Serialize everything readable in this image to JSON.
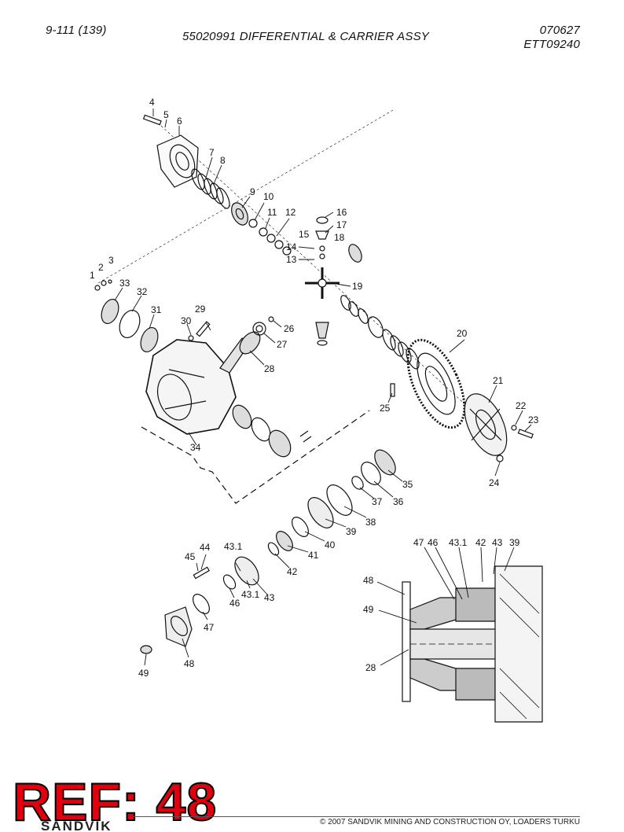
{
  "header": {
    "page_number": "9-111 (139)",
    "title": "55020991 DIFFERENTIAL & CARRIER ASSY",
    "code_top": "070627",
    "code_bottom": "ETT09240"
  },
  "callouts": {
    "c1": "1",
    "c2": "2",
    "c3": "3",
    "c4": "4",
    "c5": "5",
    "c6": "6",
    "c7": "7",
    "c8": "8",
    "c9": "9",
    "c10": "10",
    "c11": "11",
    "c12": "12",
    "c13": "13",
    "c14": "14",
    "c15": "15",
    "c16": "16",
    "c17": "17",
    "c18": "18",
    "c19": "19",
    "c20": "20",
    "c21": "21",
    "c22": "22",
    "c23": "23",
    "c24": "24",
    "c25": "25",
    "c26": "26",
    "c27": "27",
    "c28": "28",
    "c29": "29",
    "c30": "30",
    "c31": "31",
    "c32": "32",
    "c33": "33",
    "c34": "34",
    "c35": "35",
    "c36": "36",
    "c37": "37",
    "c38": "38",
    "c39": "39",
    "c40": "40",
    "c41": "41",
    "c42": "42",
    "c43": "43",
    "c431": "43.1",
    "c44": "44",
    "c45": "45",
    "c46": "46",
    "c47": "47",
    "c48": "48",
    "c49": "49"
  },
  "section_callouts": {
    "s47": "47",
    "s46": "46",
    "s431": "43.1",
    "s42": "42",
    "s43": "43",
    "s39": "39",
    "s48": "48",
    "s49": "49",
    "s28": "28"
  },
  "stamp": {
    "text": "REF: 48",
    "color": "#e0000f"
  },
  "footer": {
    "copyright": "© 2007 SANDVIK MINING AND CONSTRUCTION OY, LOADERS TURKU",
    "brand": "SANDVIK"
  }
}
